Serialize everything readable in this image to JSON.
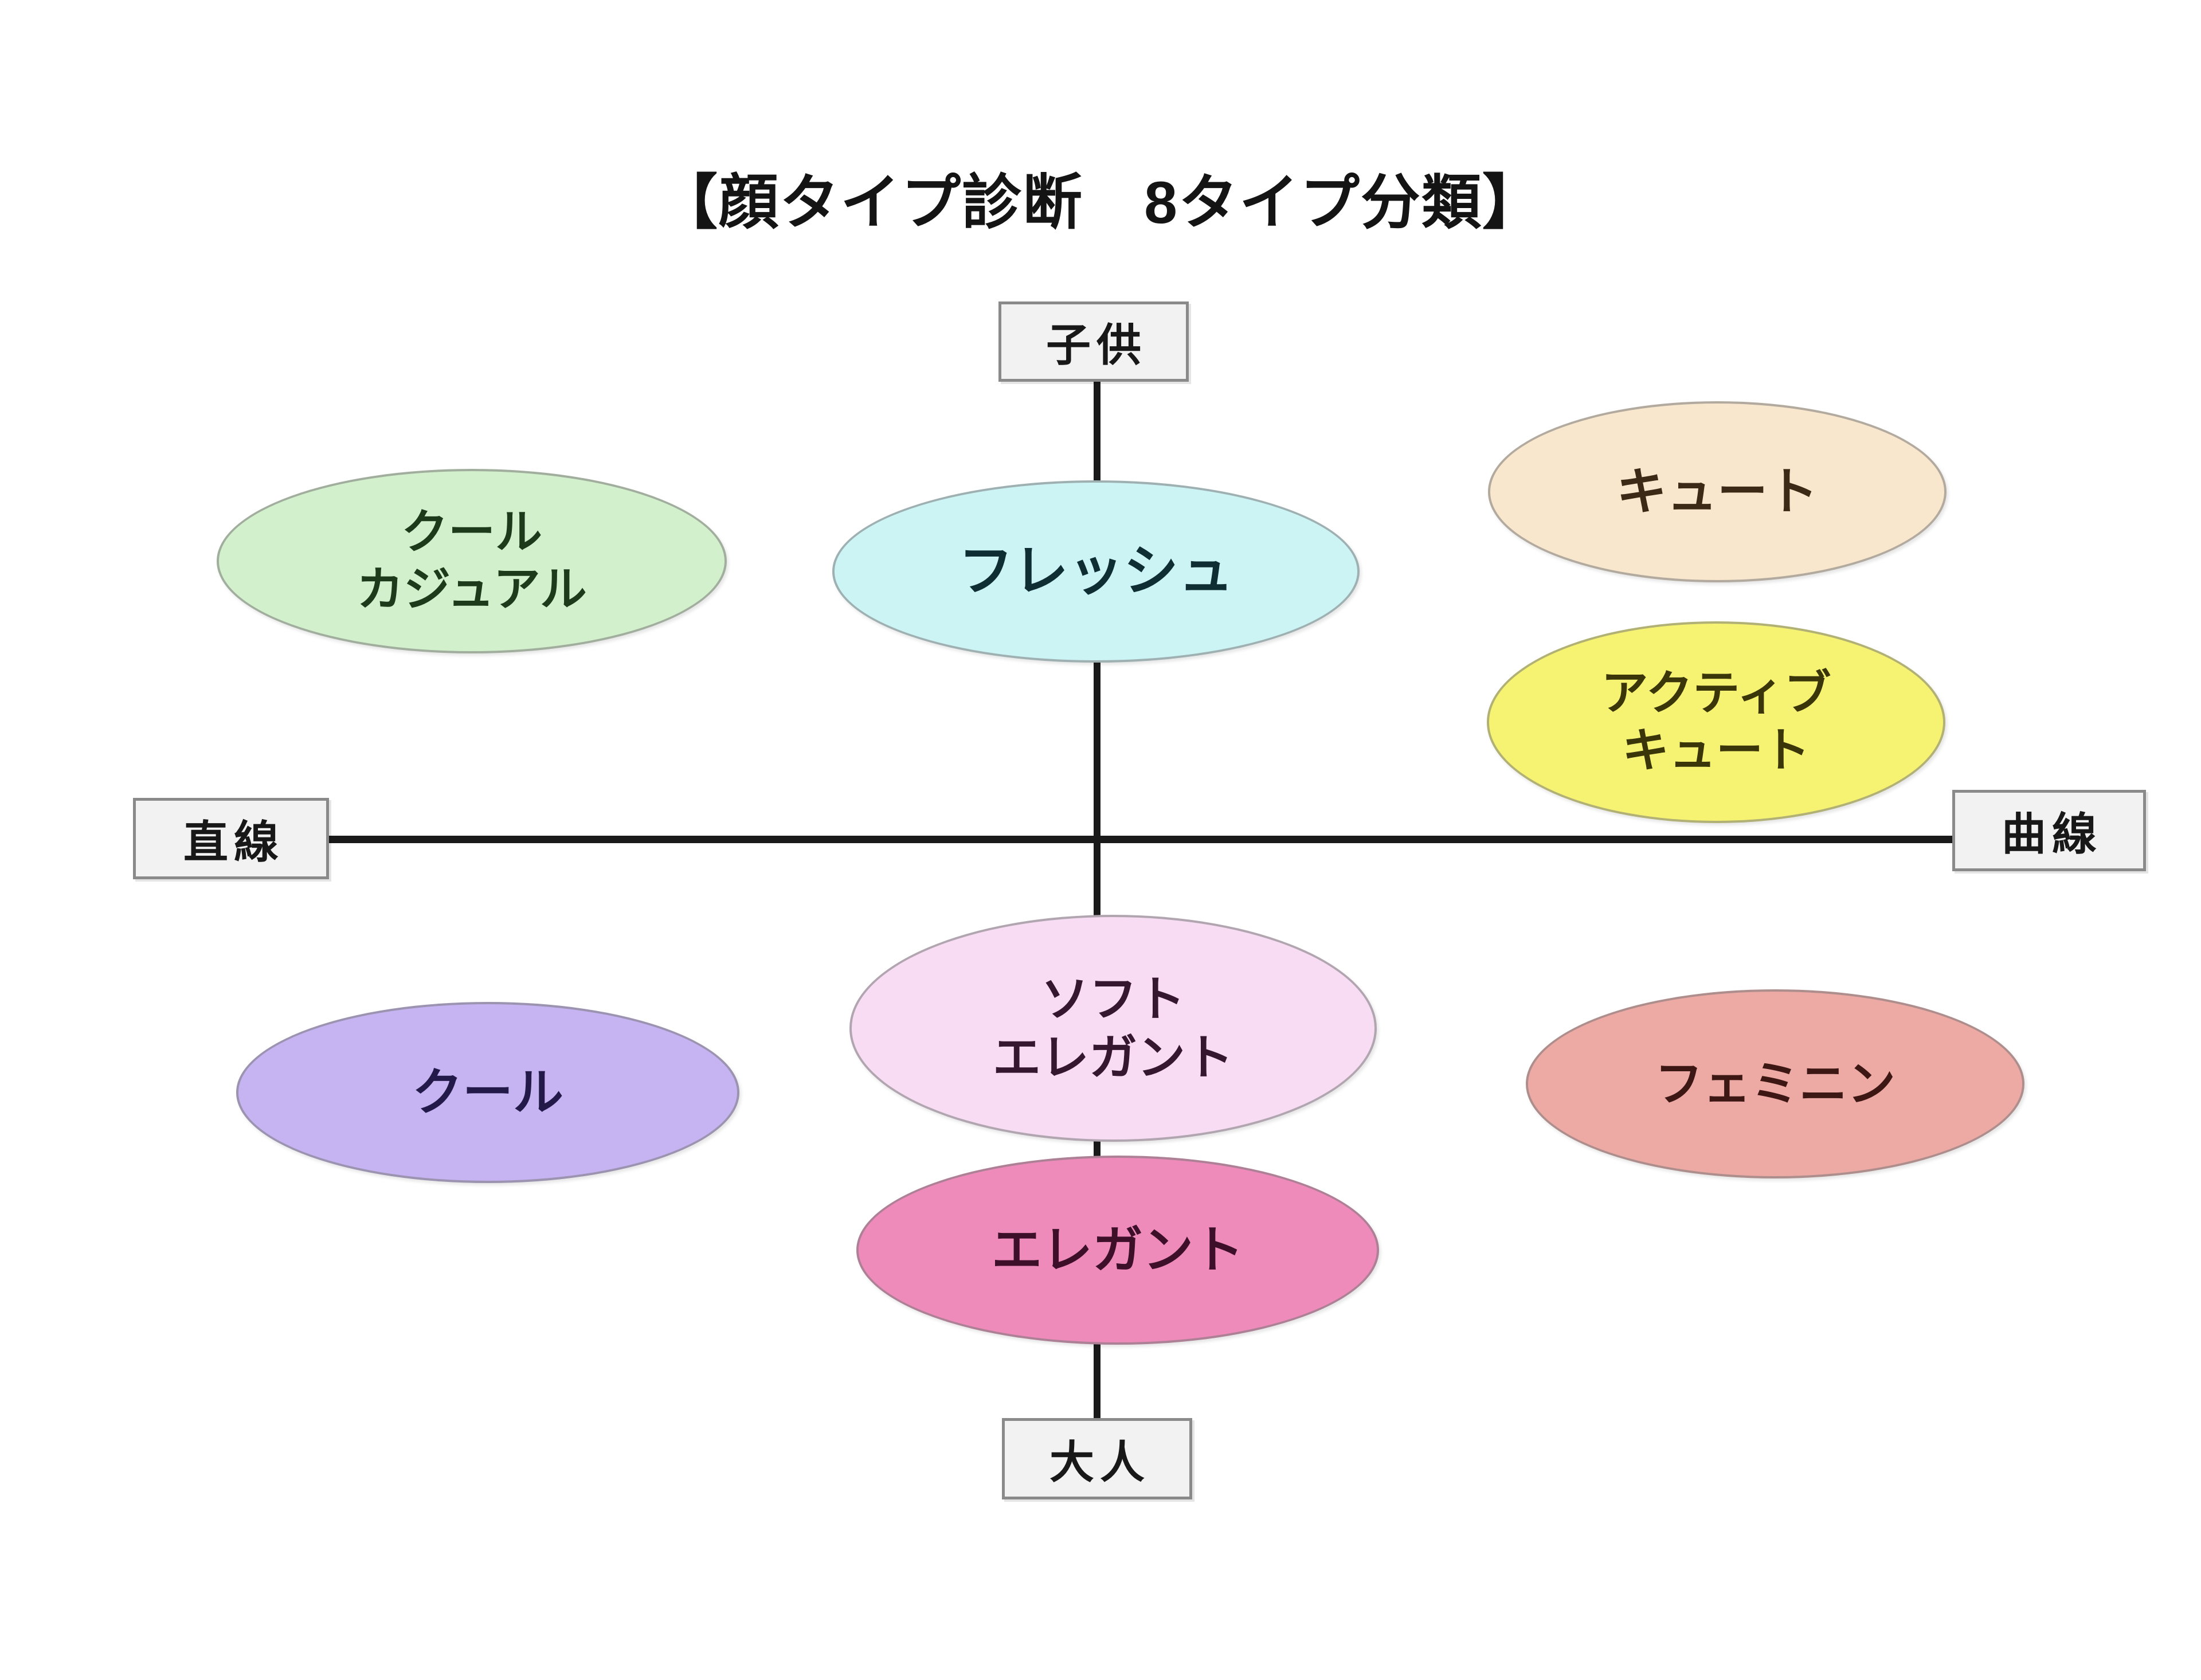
{
  "title": "【顔タイプ診断　8タイプ分類】",
  "axes": {
    "top_label": "子供",
    "bottom_label": "大人",
    "left_label": "直線",
    "right_label": "曲線"
  },
  "types": [
    {
      "id": "cool-casual",
      "line1": "クール",
      "line2": "カジュアル",
      "fill": "#d3f0cd",
      "quadrant": "upper-left"
    },
    {
      "id": "fresh",
      "line1": "フレッシュ",
      "line2": "",
      "fill": "#cdf4f5",
      "quadrant": "upper-center"
    },
    {
      "id": "cute",
      "line1": "キュート",
      "line2": "",
      "fill": "#f8e6cd",
      "quadrant": "upper-right"
    },
    {
      "id": "active-cute",
      "line1": "アクティブ",
      "line2": "キュート",
      "fill": "#f7f372",
      "quadrant": "upper-right"
    },
    {
      "id": "cool",
      "line1": "クール",
      "line2": "",
      "fill": "#c5b3f2",
      "quadrant": "lower-left"
    },
    {
      "id": "soft-elegant",
      "line1": "ソフト",
      "line2": "エレガント",
      "fill": "#f7dcf4",
      "quadrant": "lower-center"
    },
    {
      "id": "elegant",
      "line1": "エレガント",
      "line2": "",
      "fill": "#ee8bba",
      "quadrant": "lower-center"
    },
    {
      "id": "feminine",
      "line1": "フェミニン",
      "line2": "",
      "fill": "#eda9a4",
      "quadrant": "lower-right"
    }
  ],
  "chart_data": {
    "type": "scatter",
    "title": "【顔タイプ診断　8タイプ分類】",
    "xlabel": "直線 ↔ 曲線",
    "ylabel": "大人 ↔ 子供",
    "x_axis": {
      "left": "直線",
      "right": "曲線"
    },
    "y_axis": {
      "top": "子供",
      "bottom": "大人"
    },
    "grid": false,
    "legend": "none",
    "points": [
      {
        "label": "クール\nカジュアル",
        "x": -0.72,
        "y": 0.55,
        "color": "#d3f0cd"
      },
      {
        "label": "フレッシュ",
        "x": 0.0,
        "y": 0.52,
        "color": "#cdf4f5"
      },
      {
        "label": "キュート",
        "x": 0.62,
        "y": 0.7,
        "color": "#f8e6cd"
      },
      {
        "label": "アクティブ\nキュート",
        "x": 0.62,
        "y": 0.32,
        "color": "#f7f372"
      },
      {
        "label": "クール",
        "x": -0.7,
        "y": -0.4,
        "color": "#c5b3f2"
      },
      {
        "label": "ソフト\nエレガント",
        "x": 0.0,
        "y": -0.3,
        "color": "#f7dcf4"
      },
      {
        "label": "エレガント",
        "x": 0.0,
        "y": -0.72,
        "color": "#ee8bba"
      },
      {
        "label": "フェミニン",
        "x": 0.66,
        "y": -0.42,
        "color": "#eda9a4"
      }
    ]
  }
}
